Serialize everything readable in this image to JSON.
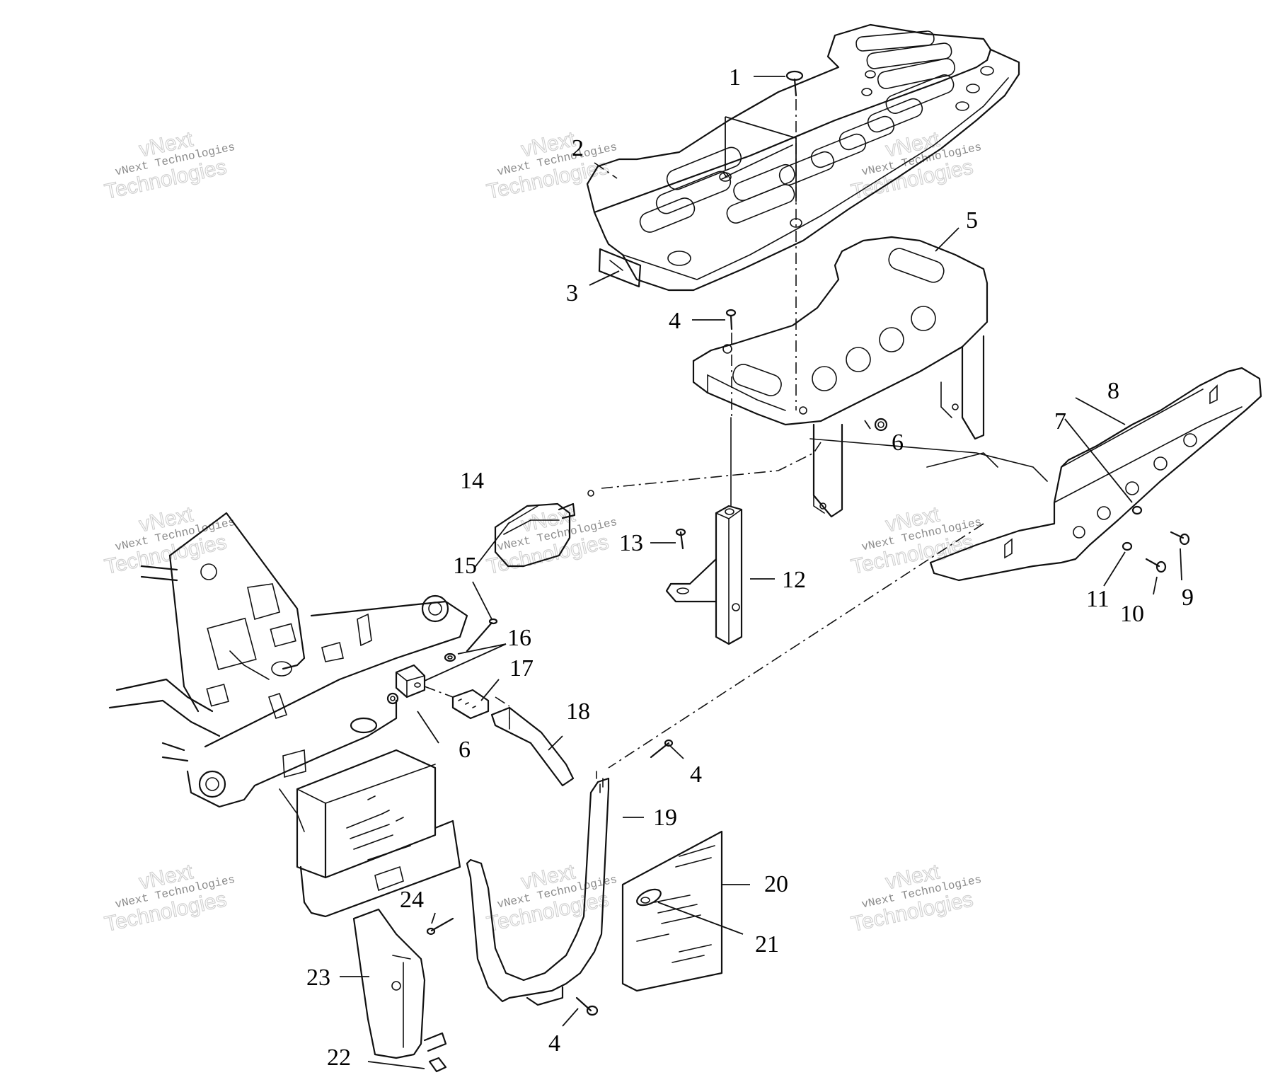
{
  "callouts": [
    "1",
    "2",
    "3",
    "4",
    "4",
    "5",
    "6",
    "6",
    "7",
    "8",
    "9",
    "10",
    "11",
    "12",
    "13",
    "14",
    "15",
    "16",
    "17",
    "18",
    "19",
    "20",
    "21",
    "22",
    "23",
    "24",
    "4"
  ],
  "watermark": {
    "small_text": "vNext Technologies",
    "big_top": "vNext",
    "big_bottom": "Technologies"
  }
}
